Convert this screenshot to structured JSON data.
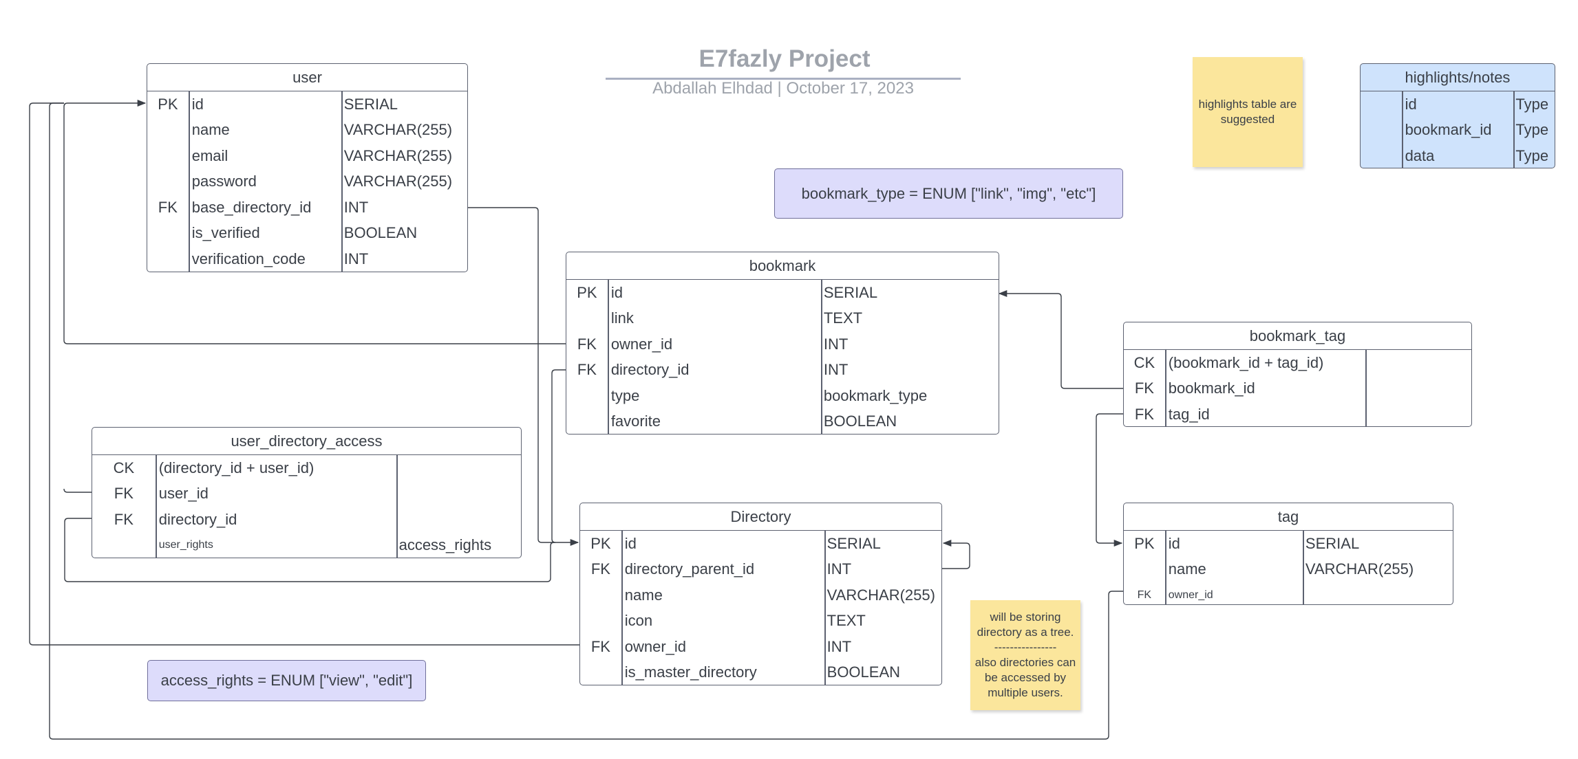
{
  "header": {
    "title": "E7fazly Project",
    "subtitle": "Abdallah Elhdad  |  October 17, 2023"
  },
  "colors": {
    "line": "#3a3f47",
    "entity_border": "#5c6170",
    "blue_entity_fill": "#cfe3fc",
    "enum_fill": "#dddcfb",
    "note_fill": "#fbe69c",
    "title_color": "#9ea3ab"
  },
  "entities": {
    "user": {
      "name": "user",
      "rows": [
        [
          "PK",
          "id",
          "SERIAL"
        ],
        [
          "",
          "name",
          "VARCHAR(255)"
        ],
        [
          "",
          "email",
          "VARCHAR(255)"
        ],
        [
          "",
          "password",
          "VARCHAR(255)"
        ],
        [
          "FK",
          "base_directory_id",
          "INT"
        ],
        [
          "",
          "is_verified",
          "BOOLEAN"
        ],
        [
          "",
          "verification_code",
          "INT"
        ]
      ]
    },
    "bookmark": {
      "name": "bookmark",
      "rows": [
        [
          "PK",
          "id",
          "SERIAL"
        ],
        [
          "",
          "link",
          "TEXT"
        ],
        [
          "FK",
          "owner_id",
          "INT"
        ],
        [
          "FK",
          "directory_id",
          "INT"
        ],
        [
          "",
          "type",
          "bookmark_type"
        ],
        [
          "",
          "favorite",
          "BOOLEAN"
        ]
      ]
    },
    "user_directory_access": {
      "name": "user_directory_access",
      "rows": [
        [
          "CK",
          "(directory_id + user_id)",
          ""
        ],
        [
          "FK",
          "user_id",
          ""
        ],
        [
          "FK",
          "directory_id",
          ""
        ],
        [
          "",
          "user_rights",
          "access_rights"
        ]
      ]
    },
    "directory": {
      "name": "Directory",
      "rows": [
        [
          "PK",
          "id",
          "SERIAL"
        ],
        [
          "FK",
          "directory_parent_id",
          "INT"
        ],
        [
          "",
          "name",
          "VARCHAR(255)"
        ],
        [
          "",
          "icon",
          "TEXT"
        ],
        [
          "FK",
          "owner_id",
          "INT"
        ],
        [
          "",
          "is_master_directory",
          "BOOLEAN"
        ]
      ]
    },
    "bookmark_tag": {
      "name": "bookmark_tag",
      "rows": [
        [
          "CK",
          "(bookmark_id + tag_id)",
          ""
        ],
        [
          "FK",
          "bookmark_id",
          ""
        ],
        [
          "FK",
          "tag_id",
          ""
        ]
      ]
    },
    "tag": {
      "name": "tag",
      "rows": [
        [
          "PK",
          "id",
          "SERIAL"
        ],
        [
          "",
          "name",
          "VARCHAR(255)"
        ],
        [
          "FK",
          "owner_id",
          ""
        ]
      ]
    },
    "highlights": {
      "name": "highlights/notes",
      "rows": [
        [
          "",
          "id",
          "Type"
        ],
        [
          "",
          "bookmark_id",
          "Type"
        ],
        [
          "",
          "data",
          "Type"
        ]
      ]
    }
  },
  "enums": {
    "bookmark_type": "bookmark_type = ENUM [\"link\", \"img\", \"etc\"]",
    "access_rights": "access_rights = ENUM [\"view\", \"edit\"]"
  },
  "notes": {
    "highlights_note": "highlights table are suggested",
    "directory_note_line1": "will be storing directory as a tree.",
    "directory_note_divider": "----------------",
    "directory_note_line2": "also directories can be accessed by multiple users."
  }
}
